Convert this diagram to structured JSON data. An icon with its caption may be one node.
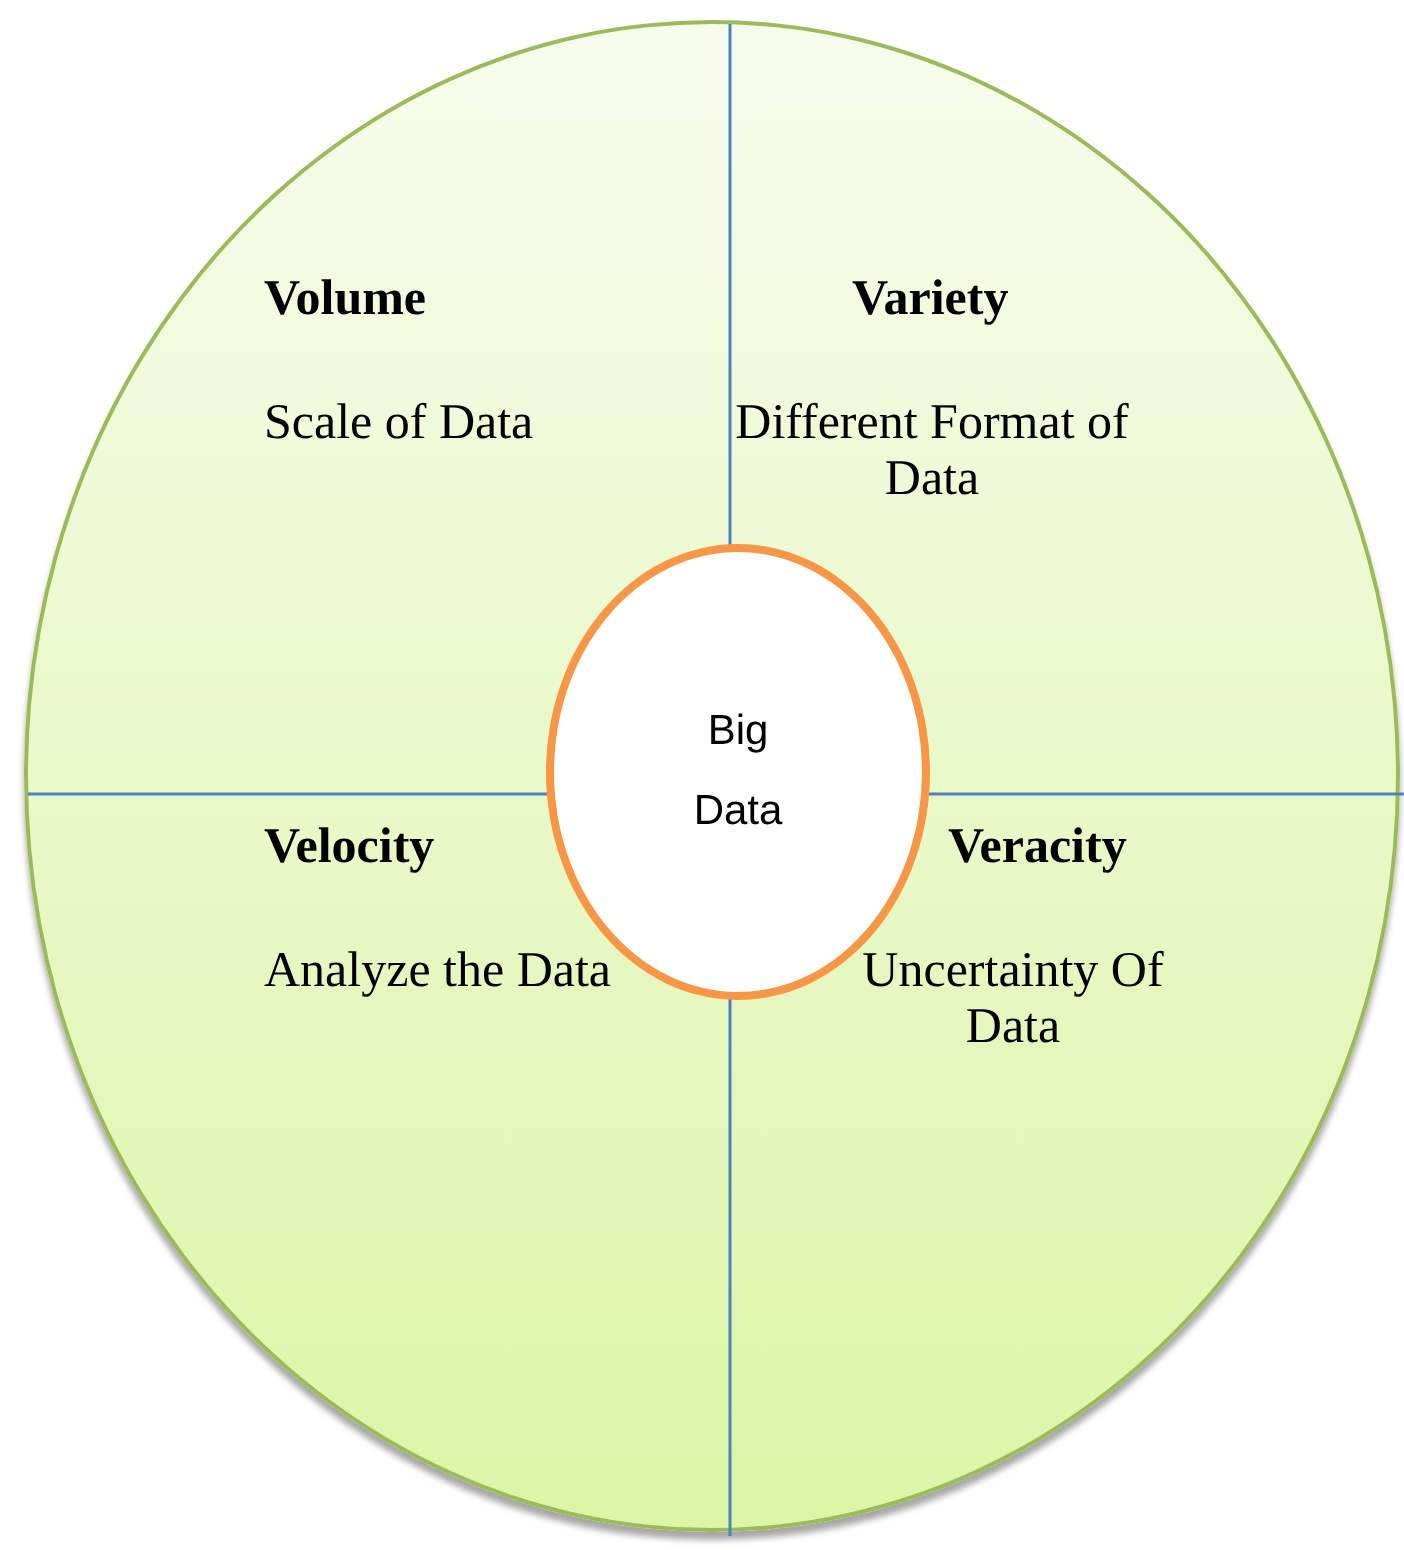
{
  "diagram": {
    "nodes": [
      {
        "text": [],
        "shape": "circle"
      },
      {
        "text": [
          "Volume",
          "Scale of Data"
        ],
        "in": 0
      },
      {
        "text": [
          "Variety",
          "Different Format of Data"
        ],
        "in": 0
      },
      {
        "text": [
          "Velocity",
          "Analyze the Data"
        ],
        "in": 0
      },
      {
        "text": [
          "Veracity",
          "Uncertainty Of Data"
        ],
        "in": 0
      },
      {
        "text": [
          "Big Data"
        ],
        "in": 0
      }
    ]
  }
}
